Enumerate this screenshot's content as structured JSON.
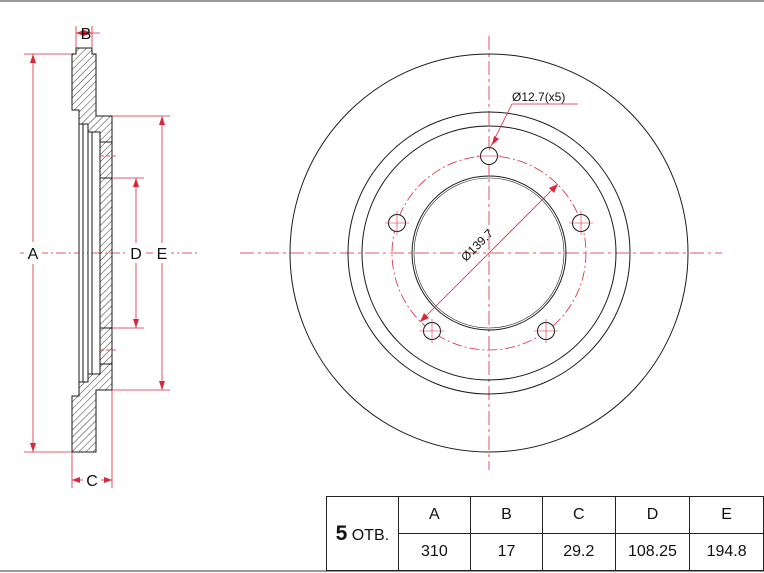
{
  "labels": {
    "A": "A",
    "B": "B",
    "C": "C",
    "D": "D",
    "E": "E",
    "bolt_hole": "Ø12.7(x5)",
    "pcd": "Ø139.7"
  },
  "table": {
    "holes_count": "5",
    "holes_unit": "ОТВ.",
    "headers": [
      "A",
      "B",
      "C",
      "D",
      "E"
    ],
    "values": [
      "310",
      "17",
      "29.2",
      "108.25",
      "194.8"
    ]
  },
  "colors": {
    "dimension": "#d9263b",
    "outline": "#1a1a1a",
    "hatch": "#333333"
  }
}
